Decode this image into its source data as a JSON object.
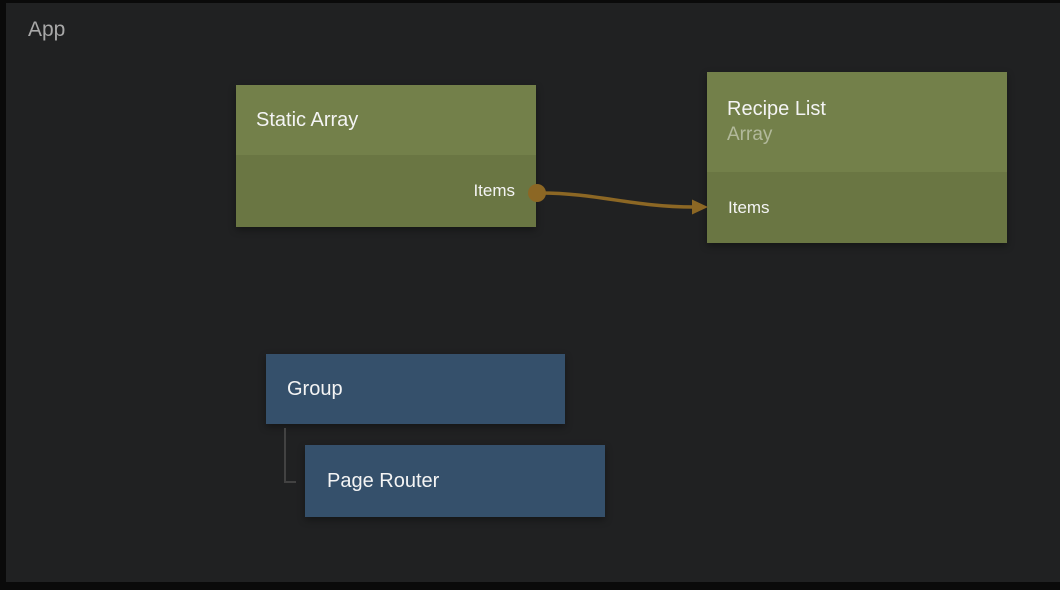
{
  "app": {
    "label": "App"
  },
  "colors": {
    "bg": "#202122",
    "frame": "#0a0a0a",
    "node-green-header": "#73804A",
    "node-green-body": "#6A7643",
    "node-blue": "#35506B",
    "wire": "#8C6724",
    "hierarchy-line": "#424242",
    "title-text": "#F4F4F4",
    "subtitle-text": "rgba(255,255,255,0.45)",
    "app-label": "#A8A8A8"
  },
  "nodes": {
    "static_array": {
      "title": "Static Array",
      "output_port": "Items"
    },
    "recipe_list": {
      "title": "Recipe List",
      "subtitle": "Array",
      "input_port": "Items"
    },
    "group": {
      "title": "Group"
    },
    "page_router": {
      "title": "Page Router"
    }
  },
  "connections": {
    "wire": {
      "from": "Static Array / Items",
      "to": "Recipe List / Items"
    },
    "hierarchy": {
      "parent": "Group",
      "child": "Page Router"
    }
  }
}
